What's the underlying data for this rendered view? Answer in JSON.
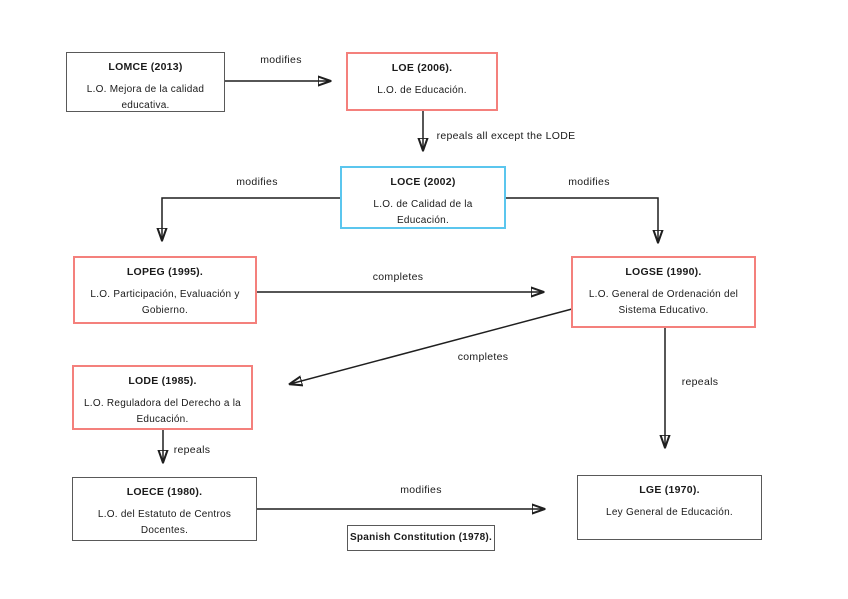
{
  "diagram": {
    "colors": {
      "red_border": "#f4807c",
      "blue_border": "#5bc6ee",
      "dark_border": "#595959",
      "arrow": "#1f1f1f",
      "text": "#1a1a1a",
      "background": "#ffffff"
    },
    "nodes": [
      {
        "id": "lomce",
        "title": "LOMCE (2013)",
        "subtitle": "L.O. Mejora de la calidad educativa.",
        "border": "dark"
      },
      {
        "id": "loe",
        "title": "LOE (2006).",
        "subtitle": "L.O. de Educación.",
        "border": "red"
      },
      {
        "id": "loce",
        "title": "LOCE (2002)",
        "subtitle": "L.O. de Calidad de la Educación.",
        "border": "blue"
      },
      {
        "id": "lopeg",
        "title": "LOPEG (1995).",
        "subtitle": "L.O. Participación, Evaluación y Gobierno.",
        "border": "red"
      },
      {
        "id": "logse",
        "title": "LOGSE (1990).",
        "subtitle": "L.O. General de Ordenación del Sistema Educativo.",
        "border": "red"
      },
      {
        "id": "lode",
        "title": "LODE (1985).",
        "subtitle": "L.O. Reguladora del Derecho a la Educación.",
        "border": "red"
      },
      {
        "id": "loece",
        "title": "LOECE (1980).",
        "subtitle": "L.O. del Estatuto de Centros Docentes.",
        "border": "dark"
      },
      {
        "id": "lge",
        "title": "LGE (1970).",
        "subtitle": "Ley General de Educación.",
        "border": "dark"
      },
      {
        "id": "constitution",
        "title": "Spanish Constitution (1978).",
        "subtitle": "",
        "border": "dark"
      }
    ],
    "edges": [
      {
        "from": "LOMCE (2013)",
        "to": "LOE (2006)",
        "label": "modifies"
      },
      {
        "from": "LOE (2006)",
        "to": "LOCE (2002)",
        "label": "repeals all except the LODE"
      },
      {
        "from": "LOCE (2002)",
        "to": "LOPEG (1995)",
        "label": "modifies"
      },
      {
        "from": "LOCE (2002)",
        "to": "LOGSE (1990)",
        "label": "modifies"
      },
      {
        "from": "LOPEG (1995)",
        "to": "LOGSE (1990)",
        "label": "completes"
      },
      {
        "from": "LOGSE (1990)",
        "to": "LODE (1985)",
        "label": "completes"
      },
      {
        "from": "LODE (1985)",
        "to": "LOECE (1980)",
        "label": "repeals"
      },
      {
        "from": "LOGSE (1990)",
        "to": "LGE (1970)",
        "label": "repeals"
      },
      {
        "from": "LOECE (1980)",
        "to": "LGE (1970)",
        "label": "modifies"
      }
    ]
  }
}
